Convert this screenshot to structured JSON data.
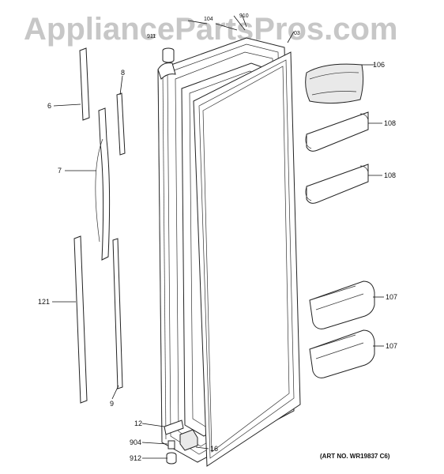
{
  "watermark": "AppliancePartsPros.com",
  "art_number": "(ART NO. WR19837 C6)",
  "callouts": {
    "c104": "104",
    "c910": "910",
    "c911": "911",
    "c03": "03",
    "c106": "106",
    "c108a": "108",
    "c108b": "108",
    "c107a": "107",
    "c107b": "107",
    "c8": "8",
    "c6": "6",
    "c7": "7",
    "c121": "121",
    "c9": "9",
    "c12": "12",
    "c904": "904",
    "c912": "912",
    "c16": "16"
  }
}
